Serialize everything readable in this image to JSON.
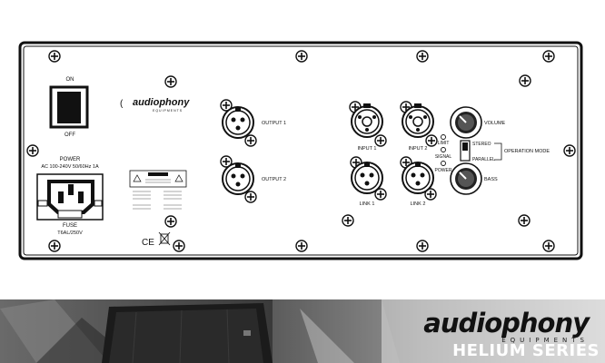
{
  "panel": {
    "brand_logo_text": "audiophony",
    "brand_logo_sub": "EQUIPMENTS",
    "switch_on": "ON",
    "switch_off": "OFF",
    "power_label": "POWER",
    "power_spec": "AC 100-240V  50/60Hz 1A",
    "fuse_label": "FUSE",
    "fuse_spec": "T6AL/250V",
    "output1": "OUTPUT 1",
    "output2": "OUTPUT 2",
    "input1": "INPUT 1",
    "input2": "INPUT 2",
    "link1": "LINK 1",
    "link2": "LINK 2",
    "limit": "LIMIT",
    "signal": "SIGNAL",
    "power_led": "POWER",
    "volume": "VOLUME",
    "bass": "BASS",
    "stereo": "STEREO",
    "parallel": "PARALLEL",
    "operation_mode": "OPERATION MODE",
    "ce_mark": "CE"
  },
  "banner": {
    "brand": "audiophony",
    "brand_sub": "EQUIPMENTS",
    "series": "HELIUM SERIES"
  },
  "colors": {
    "panel_line": "#111111",
    "banner_bg": "#5a5a5a",
    "banner_text": "#ffffff"
  }
}
